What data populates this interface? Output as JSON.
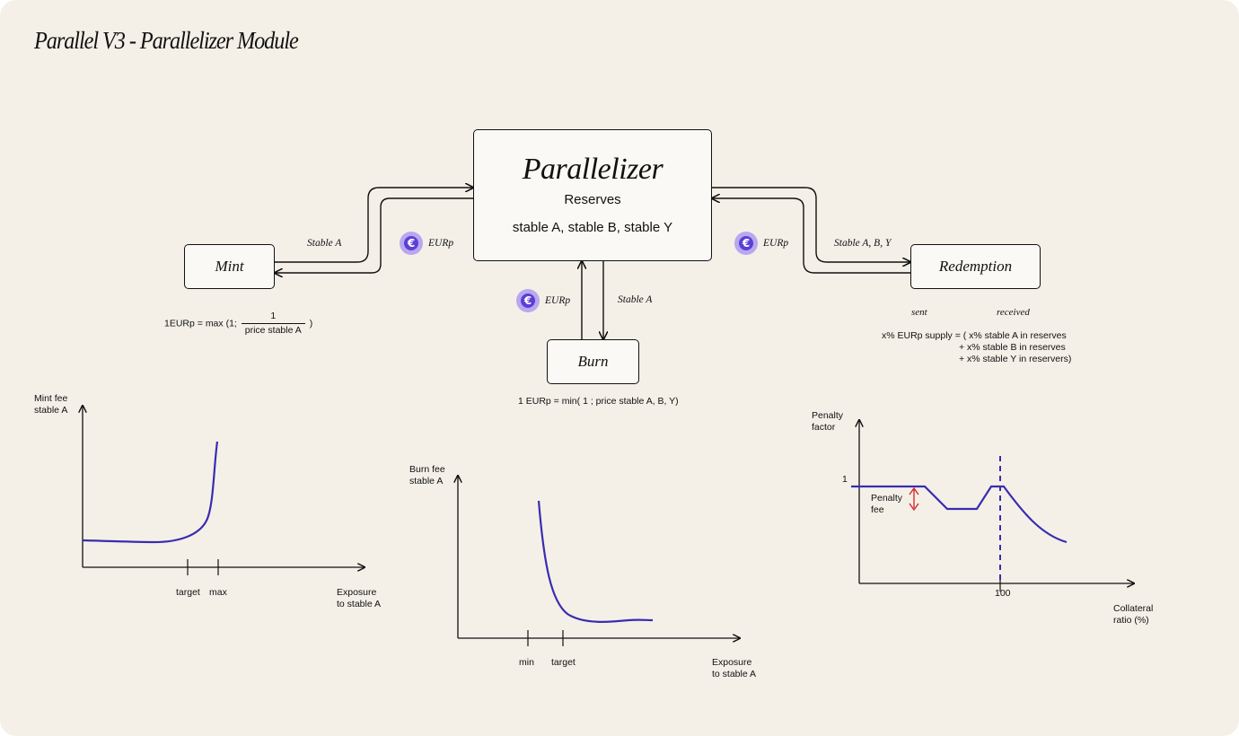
{
  "title": "Parallel V3 - Parallelizer Module",
  "colors": {
    "background": "#f4f0e8",
    "curve": "#3a2cb0",
    "coin": "#b9a8ef",
    "coin_inner": "#5b3fd6",
    "penalty_arrow": "#d62020"
  },
  "main_box": {
    "title": "Parallelizer",
    "line1": "Reserves",
    "line2": "stable A, stable B, stable Y"
  },
  "boxes": {
    "mint": "Mint",
    "burn": "Burn",
    "redemption": "Redemption"
  },
  "flows": {
    "mint_stable": "Stable A",
    "mint_token": "EURp",
    "burn_token": "EURp",
    "burn_stable": "Stable A",
    "redemption_token": "EURp",
    "redemption_stable": "Stable A, B, Y"
  },
  "coin_icon": "euro-coin-icon",
  "formulas": {
    "mint": {
      "left": "1EURp = max (1;",
      "numerator": "1",
      "denominator": "price stable A",
      "right": ")"
    },
    "burn": "1 EURp = min( 1 ; price stable A, B, Y)",
    "redemption": {
      "sent": "sent",
      "received": "received",
      "line1": "x% EURp supply = ( x% stable A in reserves",
      "line2": "+ x% stable B in reserves",
      "line3": "+ x% stable Y in reservers)"
    }
  },
  "charts": {
    "mint": {
      "ylabel_1": "Mint fee",
      "ylabel_2": "stable A",
      "xlabel_1": "Exposure",
      "xlabel_2": "to stable A",
      "ticks": [
        "target",
        "max"
      ]
    },
    "burn": {
      "ylabel_1": "Burn fee",
      "ylabel_2": "stable A",
      "xlabel_1": "Exposure",
      "xlabel_2": "to stable A",
      "ticks": [
        "min",
        "target"
      ]
    },
    "penalty": {
      "ylabel_1": "Penalty",
      "ylabel_2": "factor",
      "xlabel_1": "Collateral",
      "xlabel_2": "ratio (%)",
      "y_tick": "1",
      "x_tick": "100",
      "annotation_1": "Penalty",
      "annotation_2": "fee"
    }
  }
}
